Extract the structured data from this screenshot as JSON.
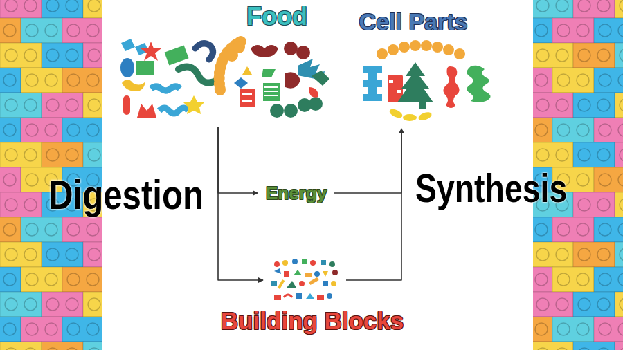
{
  "diagram": {
    "nodes": [
      {
        "text": [
          "Food"
        ]
      },
      {
        "text": [
          "Cell Parts"
        ]
      },
      {
        "text": [
          "Energy"
        ]
      },
      {
        "text": [
          "Building Blocks"
        ]
      }
    ],
    "edges": [
      {
        "from": 0,
        "to": 2,
        "arrow": "to"
      },
      {
        "from": 0,
        "to": 3,
        "arrow": "to"
      },
      {
        "from": 2,
        "to": 1,
        "arrow": "to"
      },
      {
        "from": 3,
        "to": 1,
        "arrow": "to"
      }
    ],
    "labels": [
      "Digestion",
      "Synthesis"
    ]
  }
}
